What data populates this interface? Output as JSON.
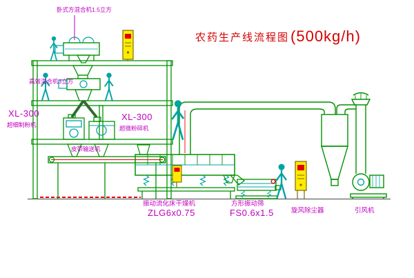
{
  "title": {
    "text": "农药生产线流程图",
    "capacity": "(500kg/h)"
  },
  "equipment_labels": {
    "horizontal_mixer": "卧式方混合机1.5立方",
    "high_efficiency_mixer": "高效混合机3立方",
    "mill_left_model": "XL-300",
    "mill_left_name": "超细制粉机",
    "mill_right_model": "XL-300",
    "mill_right_name": "超微粉碎机",
    "belt_conveyor": "皮带输送机",
    "fluid_bed_dryer_name": "振动流化床干燥机",
    "fluid_bed_dryer_model": "ZLG6x0.75",
    "vibrating_sieve_name": "方形振动筛",
    "vibrating_sieve_model": "FS0.6x1.5",
    "cyclone": "旋风除尘器",
    "induced_draft_fan": "引风机"
  },
  "colors": {
    "structure_green": "#009100",
    "equipment_cyan": "#00A3A3",
    "label_magenta": "#C000C0",
    "title_red": "#D40000",
    "control_panel_yellow": "#FFEB00",
    "detail_red": "#E00000",
    "background": "#FFFFFF"
  },
  "diagram_type": "pesticide production line process flow drawing"
}
